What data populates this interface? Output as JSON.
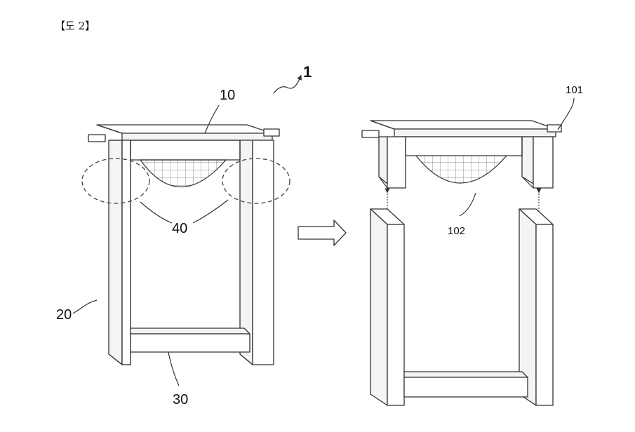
{
  "figure_title": "【도 2】",
  "labels": {
    "device": "1",
    "top_frame_left": "10",
    "legs": "20",
    "bottom_bar": "30",
    "joints": "40",
    "top_frame_right": "101",
    "mesh_right": "102"
  }
}
